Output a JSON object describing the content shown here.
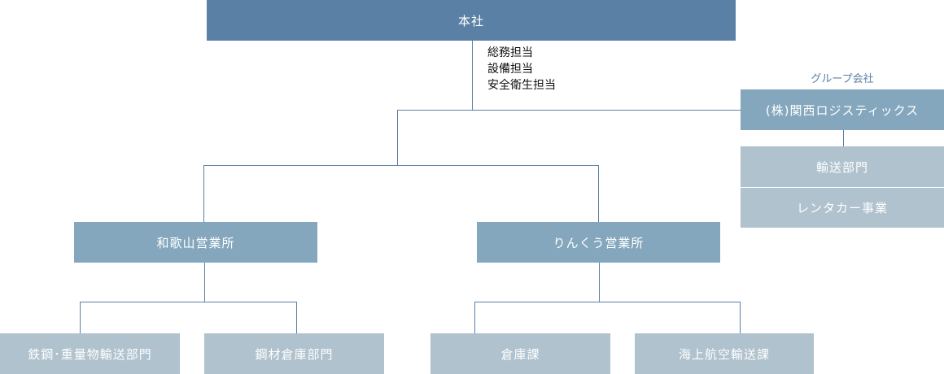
{
  "head_office": "本社",
  "staff_roles": [
    "総務担当",
    "設備担当",
    "安全衛生担当"
  ],
  "group_label": "グループ会社",
  "group_company": {
    "name": "(株)関西ロジスティックス",
    "units": [
      "輸送部門",
      "レンタカー事業"
    ]
  },
  "offices": [
    {
      "name": "和歌山営業所",
      "units": [
        "鉄鋼･重量物輸送部門",
        "鋼材倉庫部門"
      ]
    },
    {
      "name": "りんくう営業所",
      "units": [
        "倉庫課",
        "海上航空輸送課"
      ]
    }
  ],
  "colors": {
    "top": "#5b80a5",
    "mid": "#84a7bd",
    "low": "#afc2cd"
  }
}
